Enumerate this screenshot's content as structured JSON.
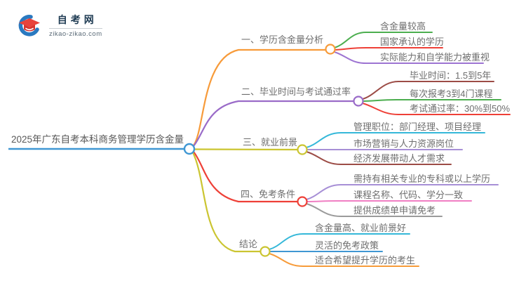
{
  "logo": {
    "site_name": "自考网",
    "site_url": "zikao-zikao.com"
  },
  "colors": {
    "hub_blue": "#3f97d3",
    "orange": "#f79b3a",
    "purple": "#9a6bc8",
    "olive": "#cbc531",
    "red": "#ee4037",
    "green": "#4cae4f",
    "lavender": "#a78fd6",
    "deep_purple": "#9d74d2",
    "maroon": "#9c4c46",
    "cyan": "#35b8d9",
    "pink": "#f07fc3",
    "gray": "#9b9b9b"
  },
  "mindmap": {
    "root": {
      "label": "2025年广东自考本科商务管理学历含金量",
      "color": "#3f97d3"
    },
    "branches": [
      {
        "label": "一、学历含金量分析",
        "color": "#f79b3a",
        "children": [
          {
            "label": "含金量较高",
            "color": "#4cae4f"
          },
          {
            "label": "国家承认的学历",
            "color": "#ee4037"
          },
          {
            "label": "实际能力和自学能力被重视",
            "color": "#9d74d2"
          }
        ]
      },
      {
        "label": "二、毕业时间与考试通过率",
        "color": "#9a6bc8",
        "children": [
          {
            "label": "毕业时间：1.5到5年",
            "color": "#9c4c46"
          },
          {
            "label": "每次报考3到4门课程",
            "color": "#4cae4f"
          },
          {
            "label": "考试通过率：30%到50%",
            "color": "#ee4037"
          }
        ]
      },
      {
        "label": "三、就业前景",
        "color": "#cbc531",
        "children": [
          {
            "label": "管理职位：部门经理、项目经理",
            "color": "#35b8d9"
          },
          {
            "label": "市场营销与人力资源岗位",
            "color": "#a78fd6"
          },
          {
            "label": "经济发展带动人才需求",
            "color": "#9c4c46"
          }
        ]
      },
      {
        "label": "四、免考条件",
        "color": "#ee4037",
        "children": [
          {
            "label": "需持有相关专业的专科或以上学历",
            "color": "#a78fd6"
          },
          {
            "label": "课程名称、代码、学分一致",
            "color": "#f07fc3"
          },
          {
            "label": "提供成绩单申请免考",
            "color": "#9b9b9b"
          }
        ]
      },
      {
        "label": "结论",
        "color": "#cbc531",
        "children": [
          {
            "label": "含金量高、就业前景好",
            "color": "#35b8d9"
          },
          {
            "label": "灵活的免考政策",
            "color": "#3f97d3"
          },
          {
            "label": "适合希望提升学历的考生",
            "color": "#f79b3a"
          }
        ]
      }
    ]
  }
}
